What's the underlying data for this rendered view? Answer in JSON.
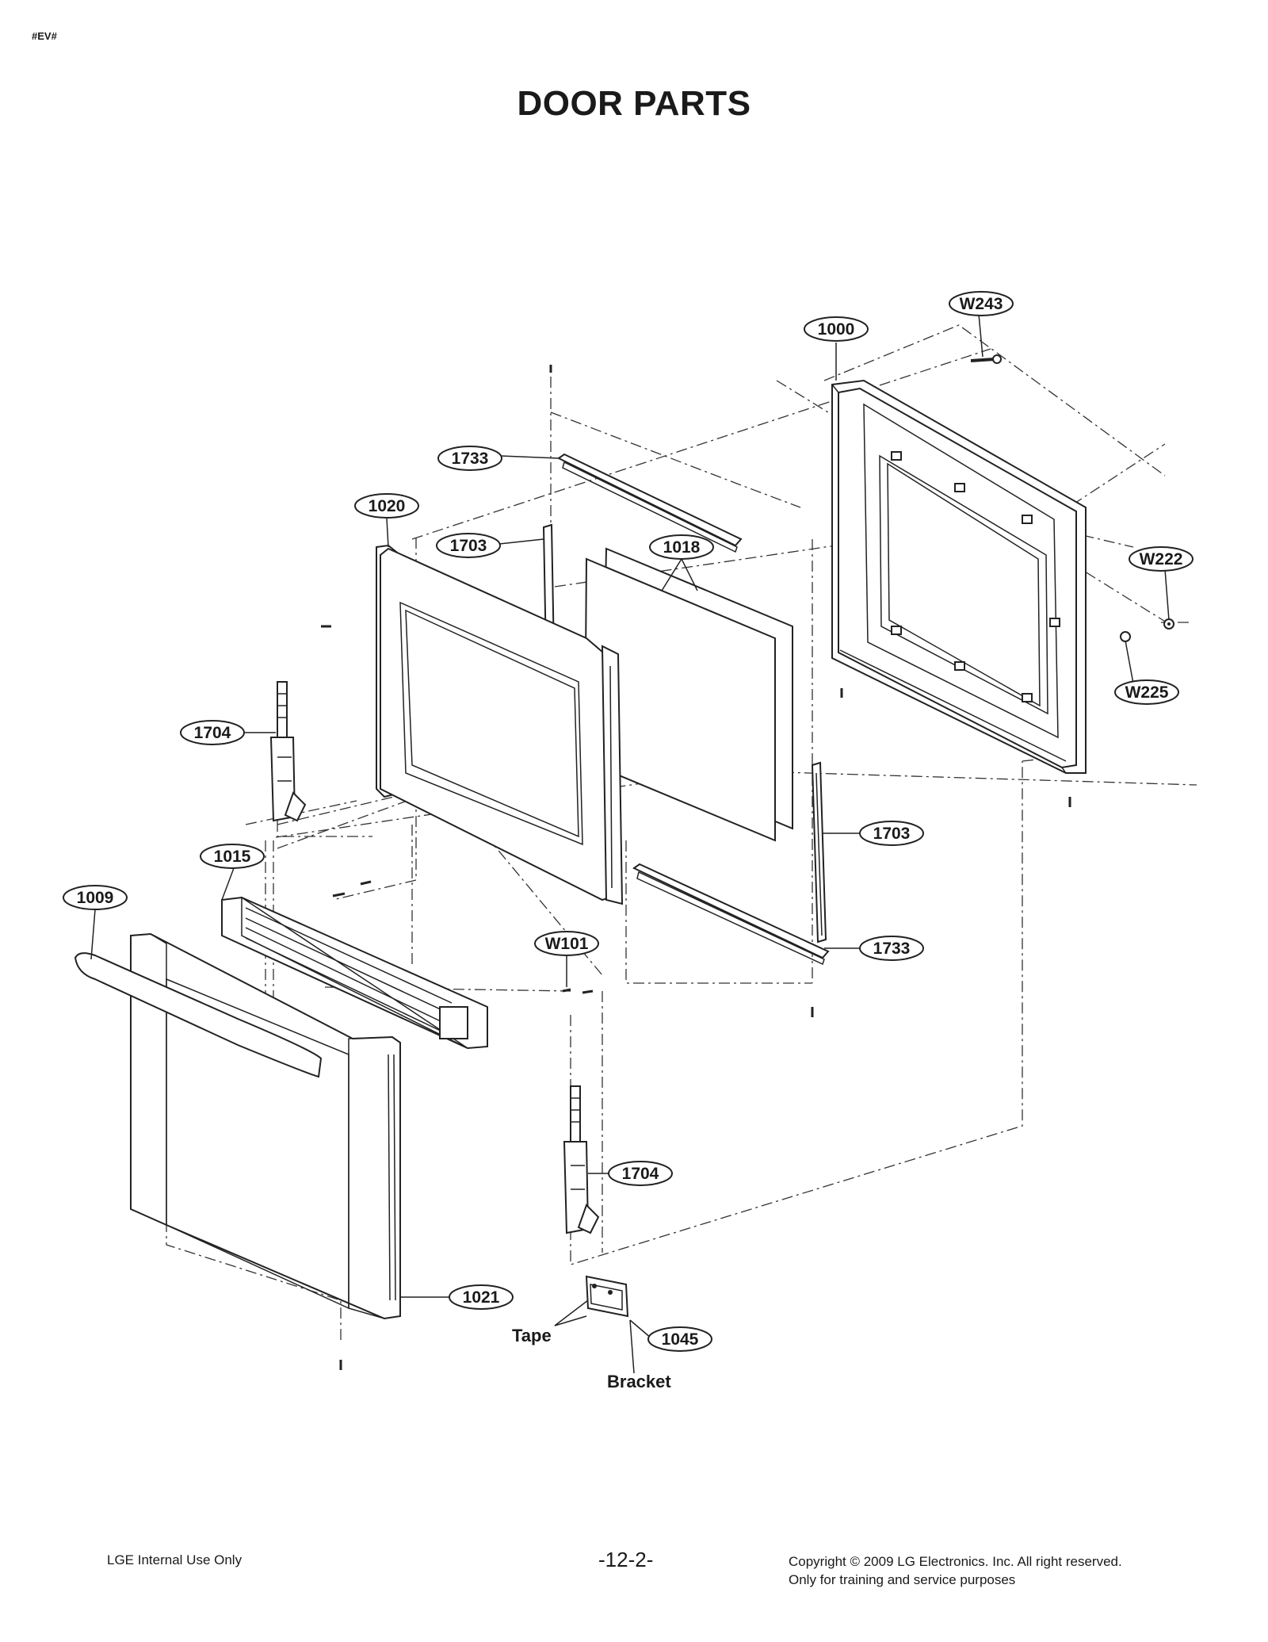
{
  "header": {
    "tag": "#EV#",
    "title": "DOOR PARTS"
  },
  "callouts": {
    "w243": "W243",
    "p1000": "1000",
    "p1733a": "1733",
    "p1020": "1020",
    "p1703a": "1703",
    "p1018": "1018",
    "w222": "W222",
    "w225": "W225",
    "p1704a": "1704",
    "p1703b": "1703",
    "p1015": "1015",
    "p1009": "1009",
    "w101": "W101",
    "p1733b": "1733",
    "p1704b": "1704",
    "p1021": "1021",
    "p1045": "1045"
  },
  "labels": {
    "tape": "Tape",
    "bracket": "Bracket"
  },
  "footer": {
    "left": "LGE Internal Use Only",
    "center": "-12-2-",
    "right_line1": "Copyright © 2009 LG Electronics. Inc. All right reserved.",
    "right_line2": "Only for training and service purposes"
  }
}
